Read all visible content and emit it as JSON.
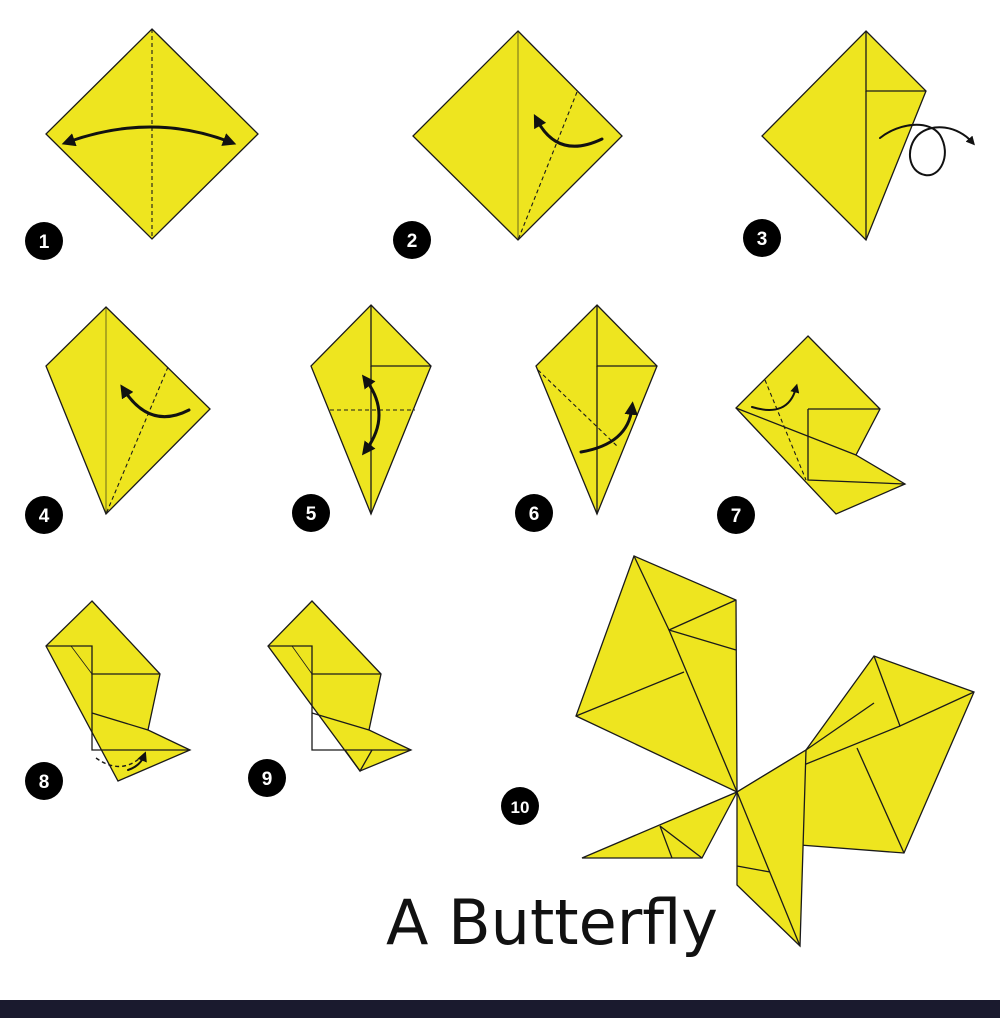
{
  "title": "A Butterfly",
  "colors": {
    "paper": "#eee51f",
    "outline": "#1a1a1a",
    "background": "#ffffff",
    "footer_bar": "#1a1a2e"
  },
  "steps": [
    {
      "number": "1",
      "instruction": "valley-fold-center-and-unfold"
    },
    {
      "number": "2",
      "instruction": "fold-edge-to-center"
    },
    {
      "number": "3",
      "instruction": "turn-over"
    },
    {
      "number": "4",
      "instruction": "fold-edge-to-center"
    },
    {
      "number": "5",
      "instruction": "fold-tip-up-and-unfold"
    },
    {
      "number": "6",
      "instruction": "fold-along-dashed-line"
    },
    {
      "number": "7",
      "instruction": "fold-along-dashed-line"
    },
    {
      "number": "8",
      "instruction": "fold-tip-inside"
    },
    {
      "number": "9",
      "instruction": "completed-fold"
    },
    {
      "number": "10",
      "instruction": "finished-butterfly"
    }
  ]
}
